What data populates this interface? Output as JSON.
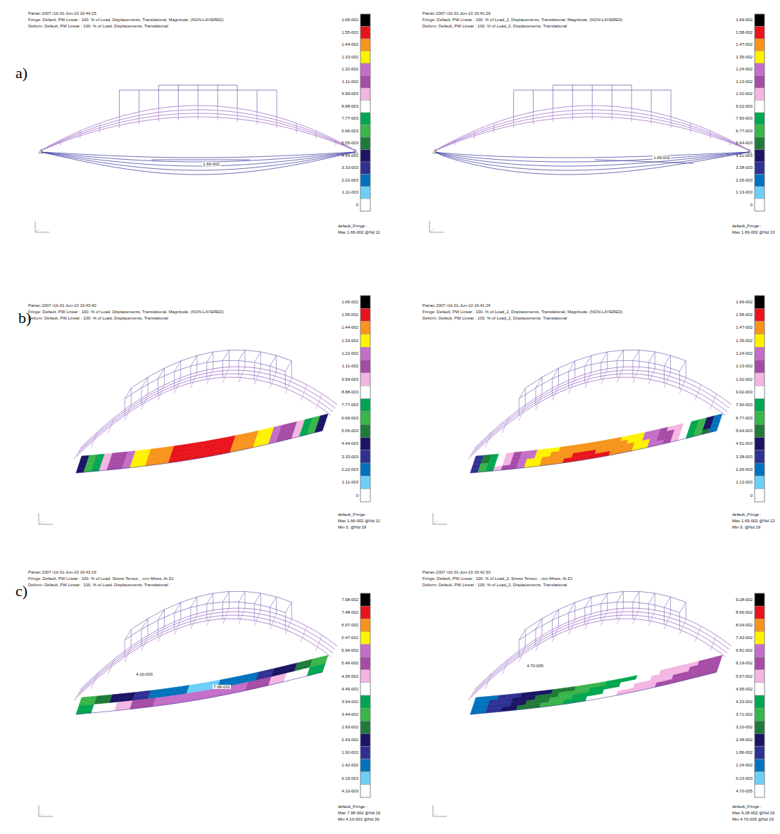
{
  "diagram": {
    "labels": [
      "a)",
      "Patran 2007 r1b 01-Jun-10 16:44:25",
      "Fringe: Default, PW Linear : 100. % of Load, Displacements, Translational, Magnitude, (NON-LAYERED)",
      "Deform: Default, PW Linear : 100. % of Load, Displacements, Translational",
      "1.66-002",
      "1.55-002",
      "1.44-002",
      "1.33-002",
      "1.22-002",
      "1.11-002",
      "9.99-003",
      "8.88-003",
      "7.77-003",
      "6.66-003",
      "5.55-003",
      "4.44-003",
      "3.33-003",
      "2.22-003",
      "1.11-003",
      "0",
      "default_Fringe :",
      "Max 1.66-002 @Nd 11",
      "1.66-002",
      "Patran 2007 r1b 01-Jun-10 16:41:26",
      "Fringe: Default, PW Linear : 100. % of Load_2, Displacements, Translational, Magnitude, (NON-LAYERED)",
      "Deform: Default, PW Linear : 100. % of Load_2, Displacements, Translational",
      "1.69-002",
      "1.58-002",
      "1.47-002",
      "1.35-002",
      "1.24-002",
      "1.13-002",
      "1.02-002",
      "9.02-003",
      "7.90-003",
      "6.77-003",
      "5.64-003",
      "4.51-003",
      "3.38-003",
      "2.26-003",
      "1.13-003",
      "0",
      "default_Fringe :",
      "Max 1.69-002 @Nd 13",
      "1.69-002",
      "b)",
      "Patran 2007 r1b 01-Jun-10 16:43:40",
      "Fringe: Default, PW Linear : 100. % of Load, Displacements, Translational, Magnitude, (NON-LAYERED)",
      "Deform: Default, PW Linear : 100. % of Load, Displacements, Translational",
      "1.66-002",
      "1.55-002",
      "1.44-002",
      "1.33-002",
      "1.22-002",
      "1.11-002",
      "9.99-003",
      "8.88-003",
      "7.77-003",
      "6.66-003",
      "5.55-003",
      "4.44-003",
      "3.33-003",
      "2.22-003",
      "1.11-003",
      "0",
      "default_Fringe :",
      "Max 1.66-002 @Nd 11",
      "Min 0. @Nd 19",
      "Patran 2007 r1b 01-Jun-10 16:41:26",
      "Fringe: Default, PW Linear : 100. % of Load_2, Displacements, Translational, Magnitude, (NON-LAYERED)",
      "Deform: Default, PW Linear : 100. % of Load_2, Displacements, Translational",
      "1.69-002",
      "1.58-002",
      "1.47-002",
      "1.35-002",
      "1.24-002",
      "1.13-002",
      "1.02-002",
      "9.02-003",
      "7.90-003",
      "6.77-003",
      "5.64-003",
      "4.51-003",
      "3.38-003",
      "2.26-003",
      "1.13-003",
      "0",
      "default_Fringe :",
      "Max 1.69-002 @Nd 13",
      "Min 0. @Nd 19",
      "c)",
      "Patran 2007 r1b 01-Jun-10 16:43:16",
      "Fringe: Default, PW Linear : 100. % of Load, Stress Tensor, , von Mises, At Z1",
      "Deform: Default, PW Linear : 100. % of Load, Displacements, Translational",
      "7.98-002",
      "7.48-002",
      "6.97-002",
      "6.47-002",
      "5.96-002",
      "5.46-002",
      "4.95-002",
      "4.45-002",
      "3.94-002",
      "3.44-002",
      "2.93-002",
      "2.43-002",
      "1.92-002",
      "1.42-002",
      "9.15-003",
      "4.10-003",
      "default_Fringe :",
      "Max 7.98-002 @Nd 16",
      "Min 4.10-003 @Nd 36",
      "4.10-003",
      "7.98-002",
      "Patran 2007 r1b 01-Jun-10 16:42:30",
      "Fringe: Default, PW Linear : 100. % of Load_2, Stress Tensor, , von Mises, At Z1",
      "Deform: Default, PW Linear : 100. % of Load_2, Displacements, Translational",
      "9.28-002",
      "8.66-002",
      "8.04-002",
      "7.43-002",
      "6.81-002",
      "6.19-002",
      "5.57-002",
      "4.95-002",
      "4.33-002",
      "3.71-002",
      "3.10-002",
      "2.48-002",
      "1.86-002",
      "1.24-002",
      "6.23-003",
      "4.70-005",
      "default_Fringe :",
      "Max 9.28-002 @Nd 16",
      "Min 4.70-005 @Nd 19",
      "4.70-005"
    ]
  }
}
